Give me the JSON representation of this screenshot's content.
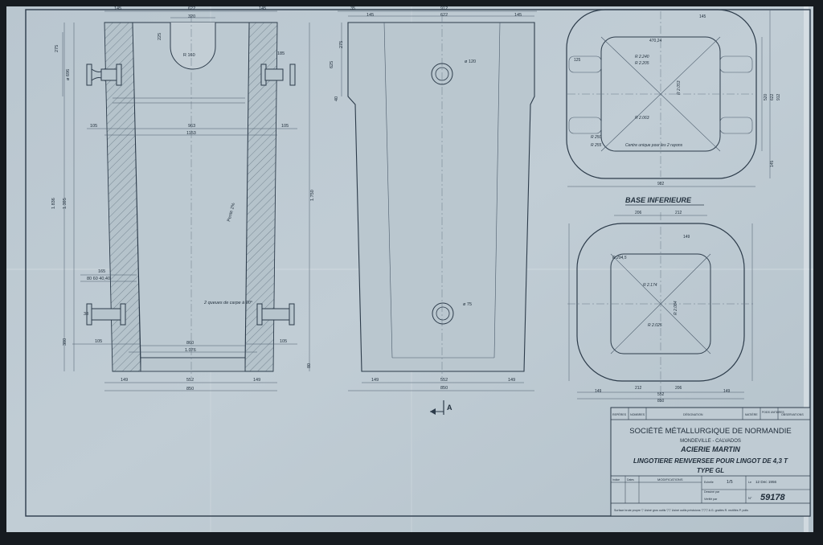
{
  "elevation_dims": {
    "top_145_left": "145",
    "top_622": "622",
    "top_145_right": "145",
    "top_320": "320",
    "dim_275": "275",
    "dim_225": "225",
    "r_160": "R 160",
    "dim_185": "185",
    "dim_696_small": "ø 696",
    "dim_105_left": "105",
    "dim_963": "963",
    "dim_105_right": "105",
    "dim_1153": "1153",
    "dim_1836": "1.836",
    "dim_1395": "1.395",
    "dim_1750": "1.750",
    "pente": "Pente 2%",
    "dim_165": "165",
    "dim_80_60_40": "80  60  40,40",
    "dim_38": "38",
    "two_pieces": "2 queues de carpe à 90°",
    "dim_105_low_left": "105",
    "dim_105_low_right": "105",
    "dim_380": "380",
    "dim_860": "860",
    "dim_1076": "1.076",
    "dim_80": "80",
    "dim_149_left": "149",
    "dim_552": "552",
    "dim_149_right": "149",
    "dim_850": "850"
  },
  "side_dims": {
    "dim_35": "35",
    "dim_912": "912",
    "dim_145_left": "145",
    "dim_622": "622",
    "dim_145_right": "145",
    "dim_625": "625",
    "dim_275": "275",
    "dim_40": "40",
    "dia_120": "ø 120",
    "dia_75": "ø 75",
    "dim_149_left": "149",
    "dim_552": "552",
    "dim_149_right": "149",
    "dim_850": "850",
    "section_mark": "A"
  },
  "top_view_dims": {
    "dim_145": "145",
    "dim_125": "125",
    "dim_470": "470,24",
    "r_2240": "R 2.240",
    "r_2205": "R 2.205",
    "dim_520": "520",
    "dim_622": "622",
    "dim_912": "912",
    "dim_145_low": "145",
    "r_2063": "R 2.063",
    "r_2053": "R 2.053",
    "r_250": "R 250",
    "r_255": "R 255",
    "centre_note": "Centre unique pour les 2 rayons",
    "dim_982": "982"
  },
  "base_dims": {
    "title": "BASE INFERIEURE",
    "dim_206": "206",
    "dim_212": "212",
    "dim_149": "149",
    "r_2945": "R 294,5",
    "r_2174": "R 2.174",
    "r_2084": "R 2.084",
    "r_2025": "R 2.025",
    "dim_850": "850",
    "dim_552": "552",
    "dim_149_bottom_left": "149",
    "dim_212_bottom": "212",
    "dim_206_bottom": "206",
    "dim_149_bottom_right": "149"
  },
  "title_block": {
    "col_reperes": "REPÈRES",
    "col_nombres": "NOMBRES",
    "col_designation": "DÉSIGNATION",
    "col_matiere": "MATIÈRE",
    "col_poids": "POIDS UNITAIRES",
    "col_observations": "OBSERVATIONS",
    "company": "SOCIÉTÉ MÉTALLURGIQUE DE NORMANDIE",
    "location": "MONDEVILLE - CALVADOS",
    "plant": "ACIERIE MARTIN",
    "object": "LINGOTIERE RENVERSEE POUR LINGOT DE 4,3 T",
    "type": "TYPE GL",
    "indice": "Indice",
    "dates": "Dates",
    "modifications": "MODIFICATIONS",
    "echelle_label": "Echelle",
    "echelle_value": "1/5",
    "date_label": "Le",
    "date_value": "12 Dec 1956",
    "dessine": "Dessiné par",
    "verifie": "Vérifié par",
    "no_label": "N°",
    "drawing_no": "59178",
    "surface_legend": "Surface brute propre   ▽ Usiné gros outils   ▽▽ Usiné outils précisions   ▽▽▽ A G. grattés   R. rectifiés   P. polis"
  }
}
